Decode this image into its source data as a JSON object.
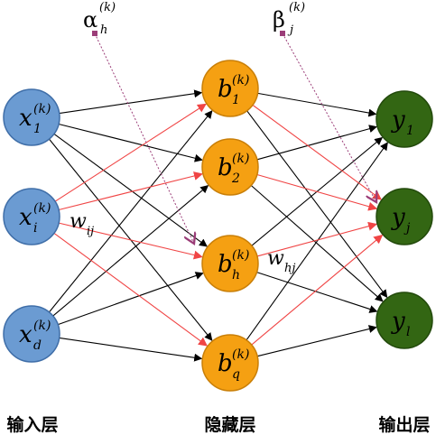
{
  "layers": {
    "input_label": "输入层",
    "hidden_label": "隐藏层",
    "output_label": "输出层"
  },
  "input_nodes": [
    {
      "name": "x",
      "sub": "1",
      "sup": "(k)"
    },
    {
      "name": "x",
      "sub": "i",
      "sup": "(k)"
    },
    {
      "name": "x",
      "sub": "d",
      "sup": "(k)"
    }
  ],
  "hidden_nodes": [
    {
      "name": "b",
      "sub": "1",
      "sup": "(k)"
    },
    {
      "name": "b",
      "sub": "2",
      "sup": "(k)"
    },
    {
      "name": "b",
      "sub": "h",
      "sup": "(k)"
    },
    {
      "name": "b",
      "sub": "q",
      "sup": "(k)"
    }
  ],
  "output_nodes": [
    {
      "name": "y",
      "sub": "1"
    },
    {
      "name": "y",
      "sub": "j"
    },
    {
      "name": "y",
      "sub": "l"
    }
  ],
  "weights": {
    "w_ij": {
      "name": "w",
      "sub": "ij"
    },
    "w_hj": {
      "name": "w",
      "sub": "hj"
    }
  },
  "thresholds": {
    "alpha": {
      "name": "α",
      "sub": "h",
      "sup": "(k)"
    },
    "beta": {
      "name": "β",
      "sub": "j",
      "sup": "(k)"
    }
  },
  "colors": {
    "input_fill": "#6b9bd2",
    "input_stroke": "#3f6ea8",
    "hidden_fill": "#f5a012",
    "hidden_stroke": "#c97f08",
    "output_fill": "#336613",
    "output_stroke": "#234a0c",
    "edge_black": "#000000",
    "edge_red": "#f04545",
    "threshold_line": "#9b3d78"
  }
}
